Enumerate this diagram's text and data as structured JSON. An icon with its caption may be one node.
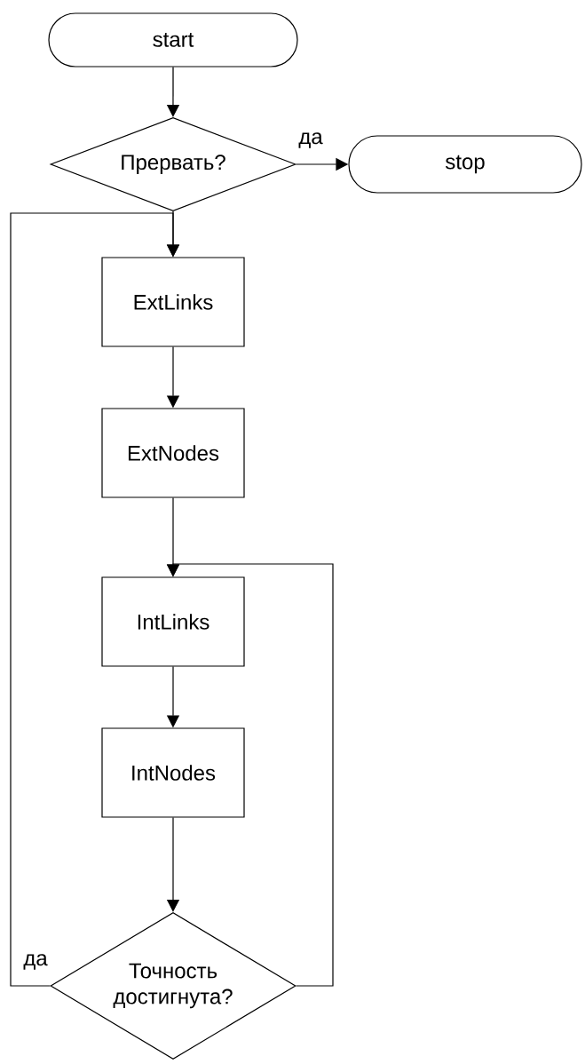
{
  "diagram": {
    "nodes": [
      {
        "text": [
          "start"
        ]
      },
      {
        "text": [
          "Прервать?"
        ]
      },
      {
        "text": [
          "stop"
        ]
      },
      {
        "text": [
          "ExtLinks"
        ]
      },
      {
        "text": [
          "ExtNodes"
        ]
      },
      {
        "text": [
          "IntLinks"
        ]
      },
      {
        "text": [
          "IntNodes"
        ]
      },
      {
        "text": [
          "Точность достигнута?"
        ]
      }
    ],
    "edges": [
      {
        "from": 0,
        "to": 1,
        "arrow": "to"
      },
      {
        "from": 1,
        "to": 2,
        "arrow": "to",
        "label": "да"
      },
      {
        "from": 1,
        "to": 3,
        "arrow": "to"
      },
      {
        "from": 3,
        "to": 4,
        "arrow": "to"
      },
      {
        "from": 4,
        "to": 5,
        "arrow": "to"
      },
      {
        "from": 5,
        "to": 6,
        "arrow": "to"
      },
      {
        "from": 6,
        "to": 7,
        "arrow": "to"
      },
      {
        "from": 7,
        "to": 3,
        "arrow": "to",
        "label": "да"
      },
      {
        "from": 7,
        "to": 5,
        "arrow": "to"
      }
    ]
  }
}
